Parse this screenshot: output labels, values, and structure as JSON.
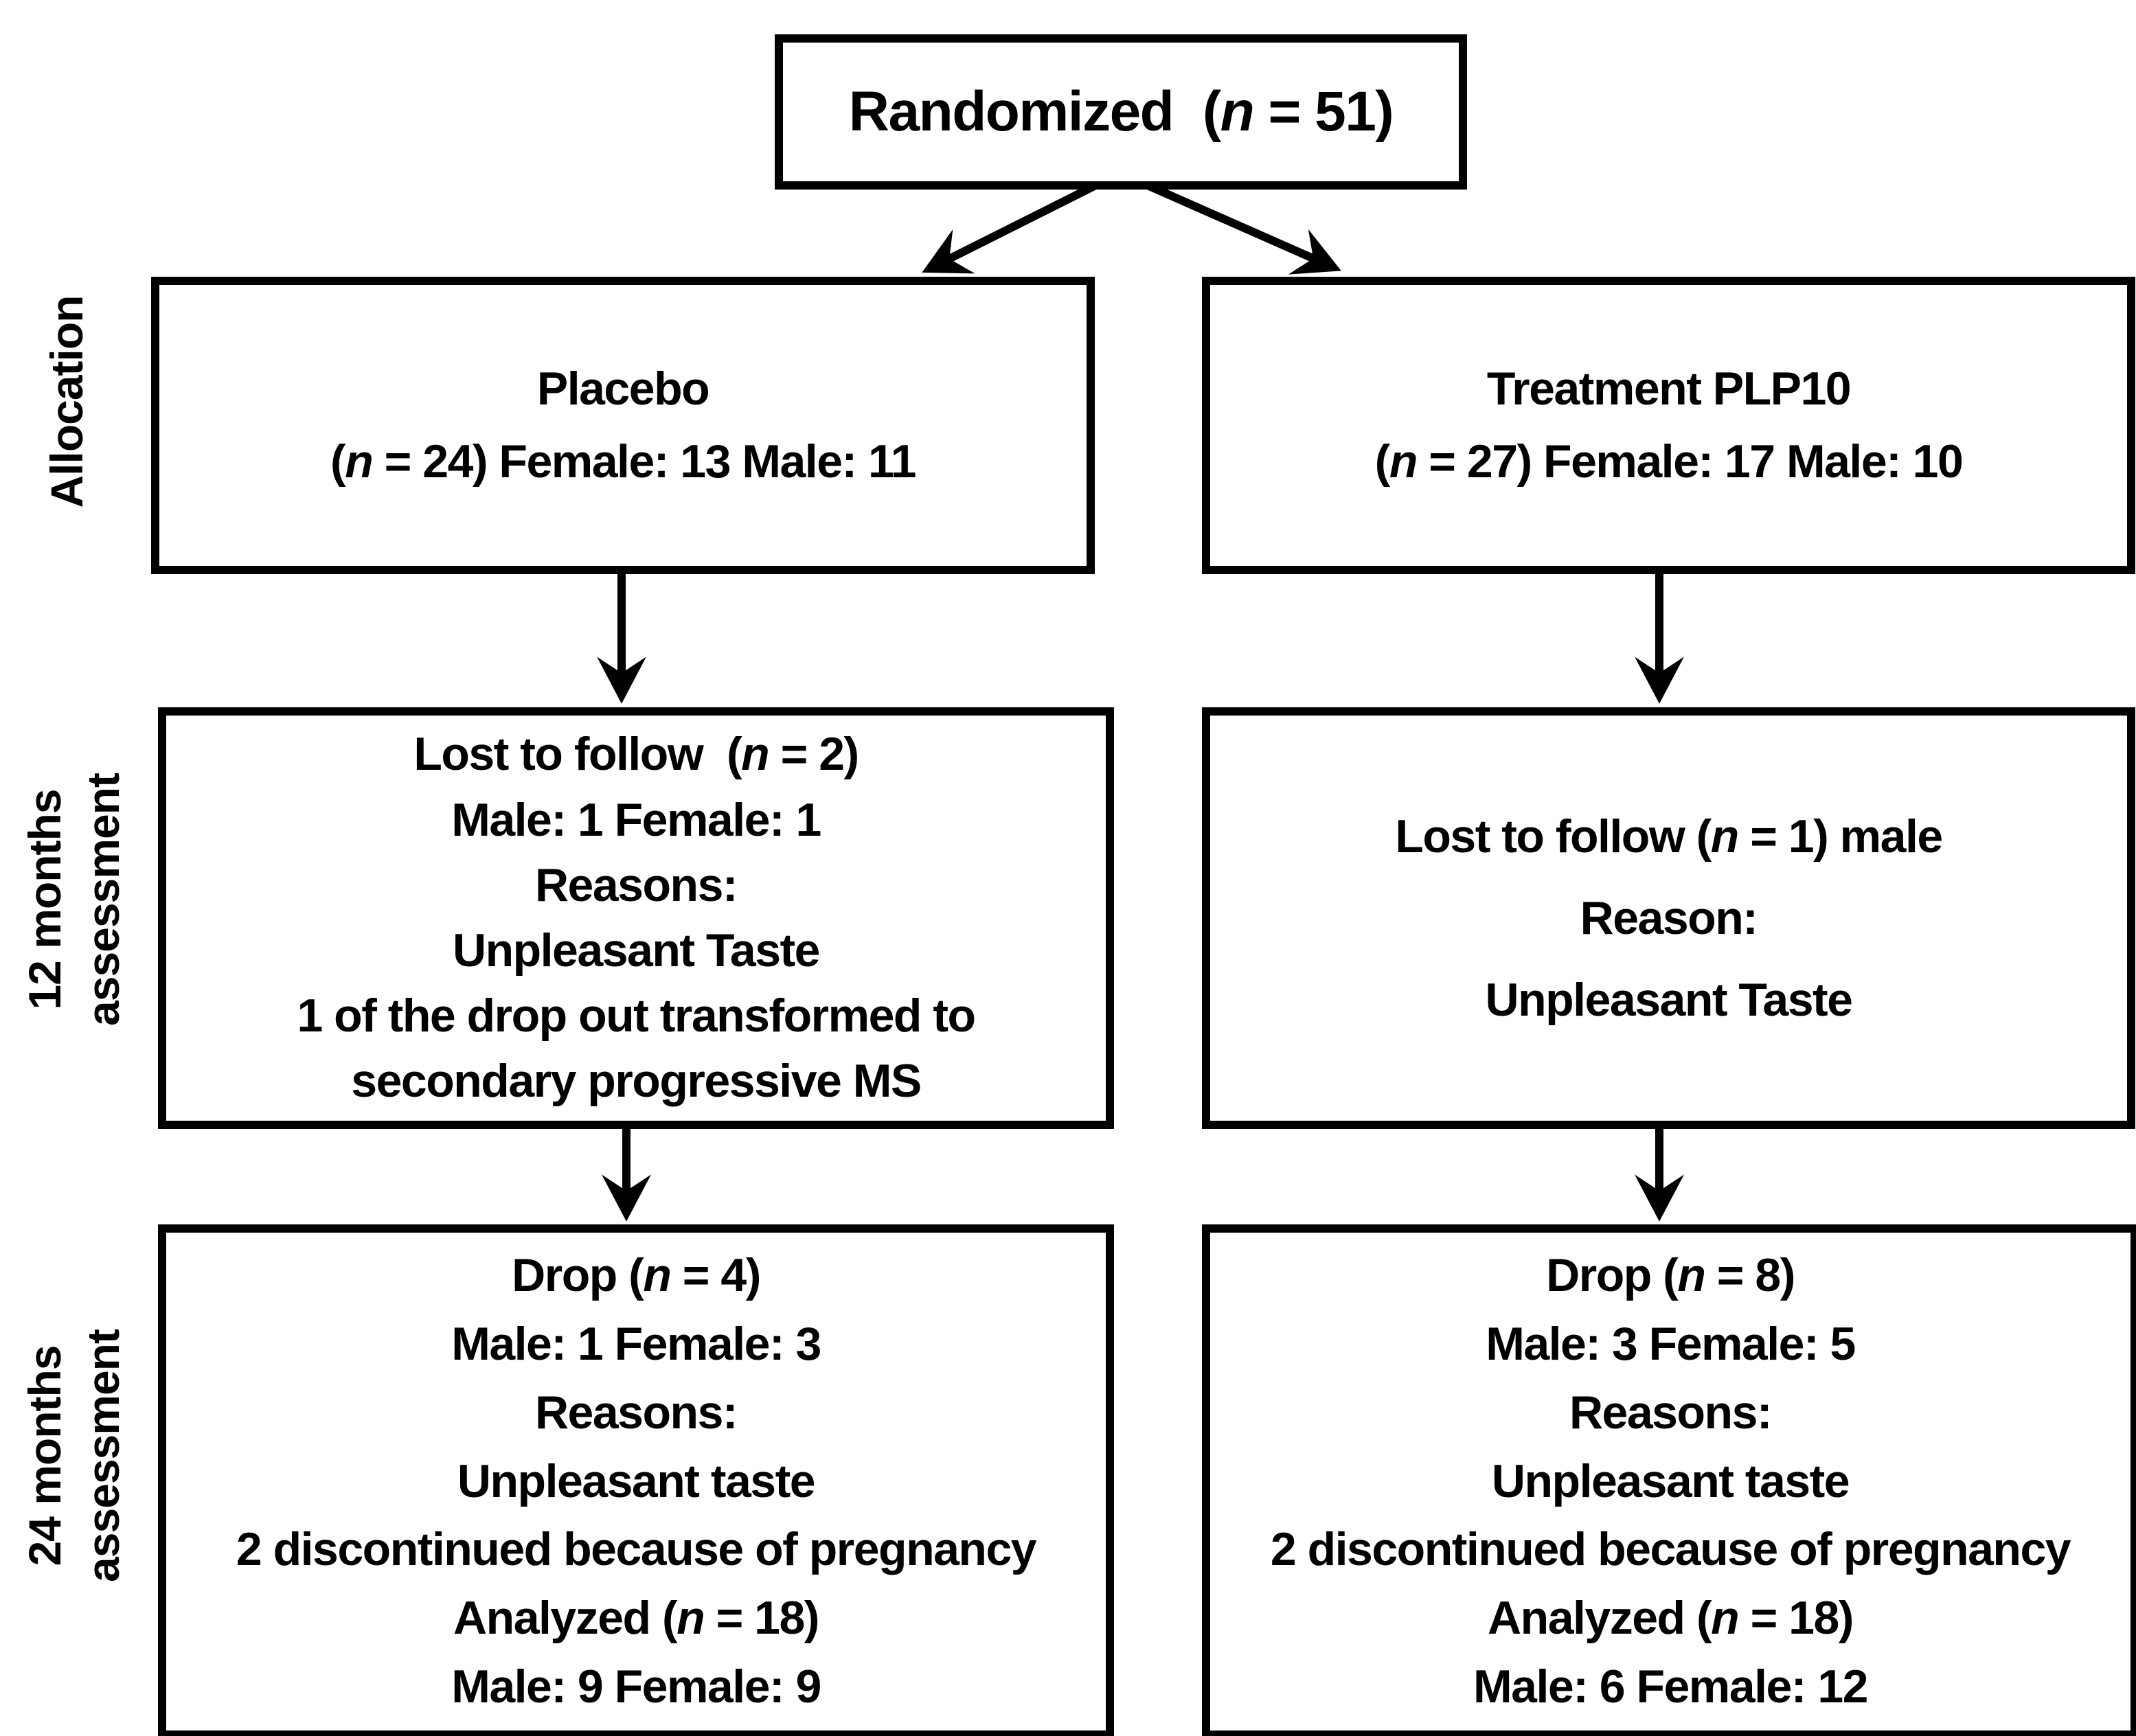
{
  "page": {
    "background": "#ffffff",
    "ink": "#000000"
  },
  "labels": {
    "allocation": {
      "lines": [
        "Allocation"
      ]
    },
    "months12": {
      "lines": [
        "12 months",
        "assessment"
      ]
    },
    "months24": {
      "lines": [
        "24 months",
        "assessment"
      ]
    }
  },
  "boxes": {
    "randomized": {
      "lines": [
        "Randomized  (n = 51)"
      ]
    },
    "placebo_allocation": {
      "lines": [
        "Placebo",
        "(n = 24) Female: 13 Male: 11"
      ]
    },
    "treatment_allocation": {
      "lines": [
        "Treatment PLP10",
        "(n = 27) Female: 17 Male: 10"
      ]
    },
    "placebo_12_months": {
      "lines": [
        "Lost to follow  (n = 2)",
        "Male: 1 Female: 1",
        "Reasons:",
        "Unpleasant Taste",
        "1 of the drop out transformed to",
        "secondary progressive MS"
      ]
    },
    "treatment_12_months": {
      "lines": [
        "Lost to follow (n = 1) male",
        "Reason:",
        "Unpleasant Taste"
      ]
    },
    "placebo_24_months": {
      "lines": [
        "Drop (n = 4)",
        "Male: 1 Female: 3",
        "Reasons:",
        "Unpleasant taste",
        "2 discontinued because of pregnancy",
        "Analyzed (n = 18)",
        "Male: 9 Female: 9"
      ]
    },
    "treatment_24_months": {
      "lines": [
        "Drop (n = 8)",
        "Male: 3 Female: 5",
        "Reasons:",
        "Unpleasant taste",
        "2 discontinued because of pregnancy",
        "Analyzed (n = 18)",
        "Male: 6 Female: 12"
      ]
    }
  }
}
